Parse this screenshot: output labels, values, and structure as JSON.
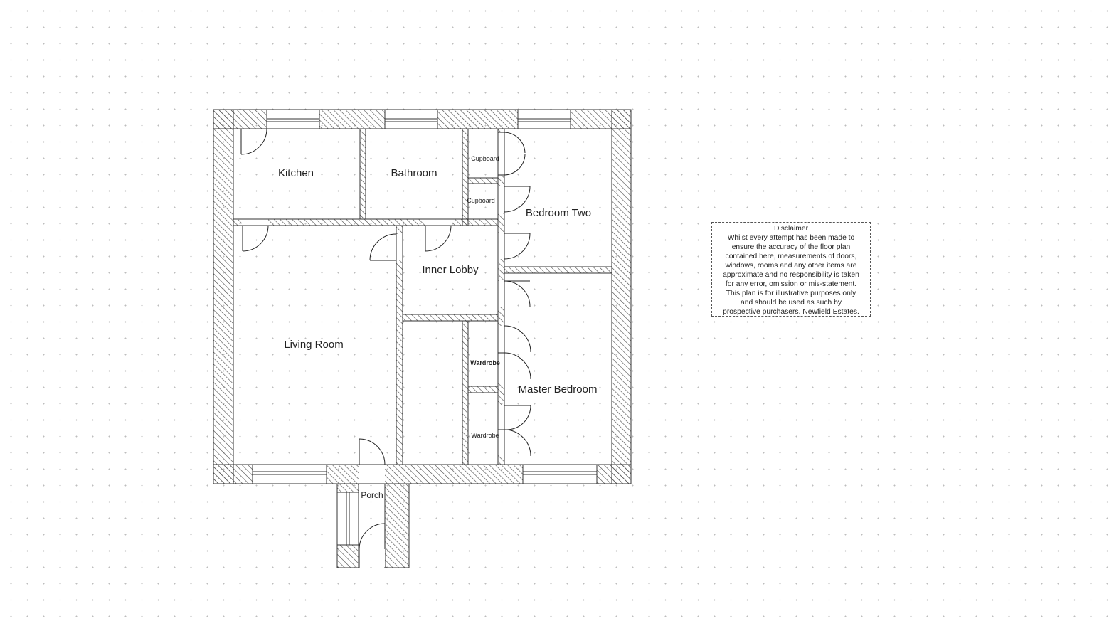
{
  "rooms": {
    "kitchen": "Kitchen",
    "bathroom": "Bathroom",
    "cupboard_1": "Cupboard",
    "cupboard_2": "Cupboard",
    "bedroom_two": "Bedroom Two",
    "inner_lobby": "Inner Lobby",
    "living_room": "Living Room",
    "wardrobe_1": "Wardrobe",
    "wardrobe_2": "Wardrobe",
    "master_bedroom": "Master Bedroom",
    "porch": "Porch"
  },
  "disclaimer": {
    "title": "Disclaimer",
    "lines": [
      "Whilst every attempt has been made to",
      "ensure the accuracy of the floor plan",
      "contained here, measurements of doors,",
      "windows, rooms and any other items are",
      "approximate and no responsibility is taken",
      "for any error, omission or mis-statement.",
      "This plan is for illustrative purposes only",
      "and should be used as such by",
      "prospective purchasers. Newfield Estates."
    ]
  },
  "colors": {
    "wall_stroke": "#333333",
    "hatch": "#444444",
    "background": "#ffffff"
  }
}
